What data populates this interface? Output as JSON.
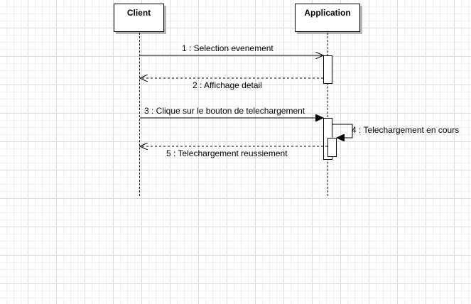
{
  "participants": {
    "client": "Client",
    "application": "Application"
  },
  "messages": [
    {
      "label": "1 : Selection evenement",
      "kind": "call"
    },
    {
      "label": "2 : Affichage detail",
      "kind": "return"
    },
    {
      "label": "3 : Clique sur le bouton de telechargement",
      "kind": "call"
    },
    {
      "label": "4 : Telechargement en cours",
      "kind": "self-call"
    },
    {
      "label": "5 : Telechargement reussiement",
      "kind": "return"
    }
  ]
}
